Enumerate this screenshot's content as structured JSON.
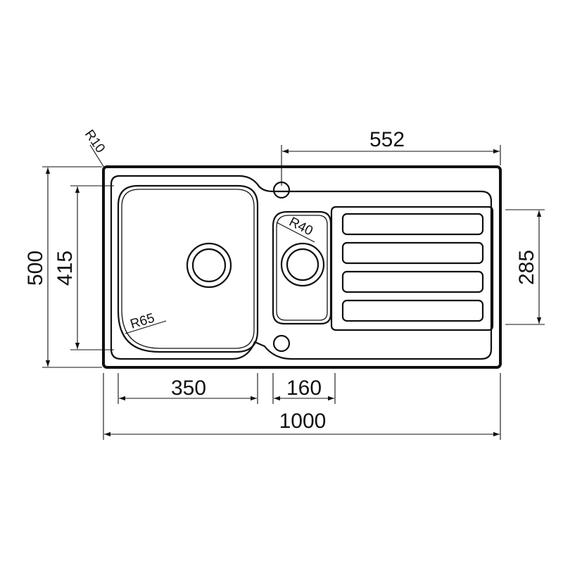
{
  "dimensions": {
    "overall_width": "1000",
    "overall_depth": "500",
    "bowl_depth": "415",
    "main_bowl_width": "350",
    "small_bowl_width": "160",
    "drainer_offset": "552",
    "drainer_depth": "285"
  },
  "radii": {
    "corner": "R10",
    "main_bowl": "R65",
    "small_bowl": "R40"
  },
  "colors": {
    "line": "#111111",
    "background": "#ffffff"
  }
}
